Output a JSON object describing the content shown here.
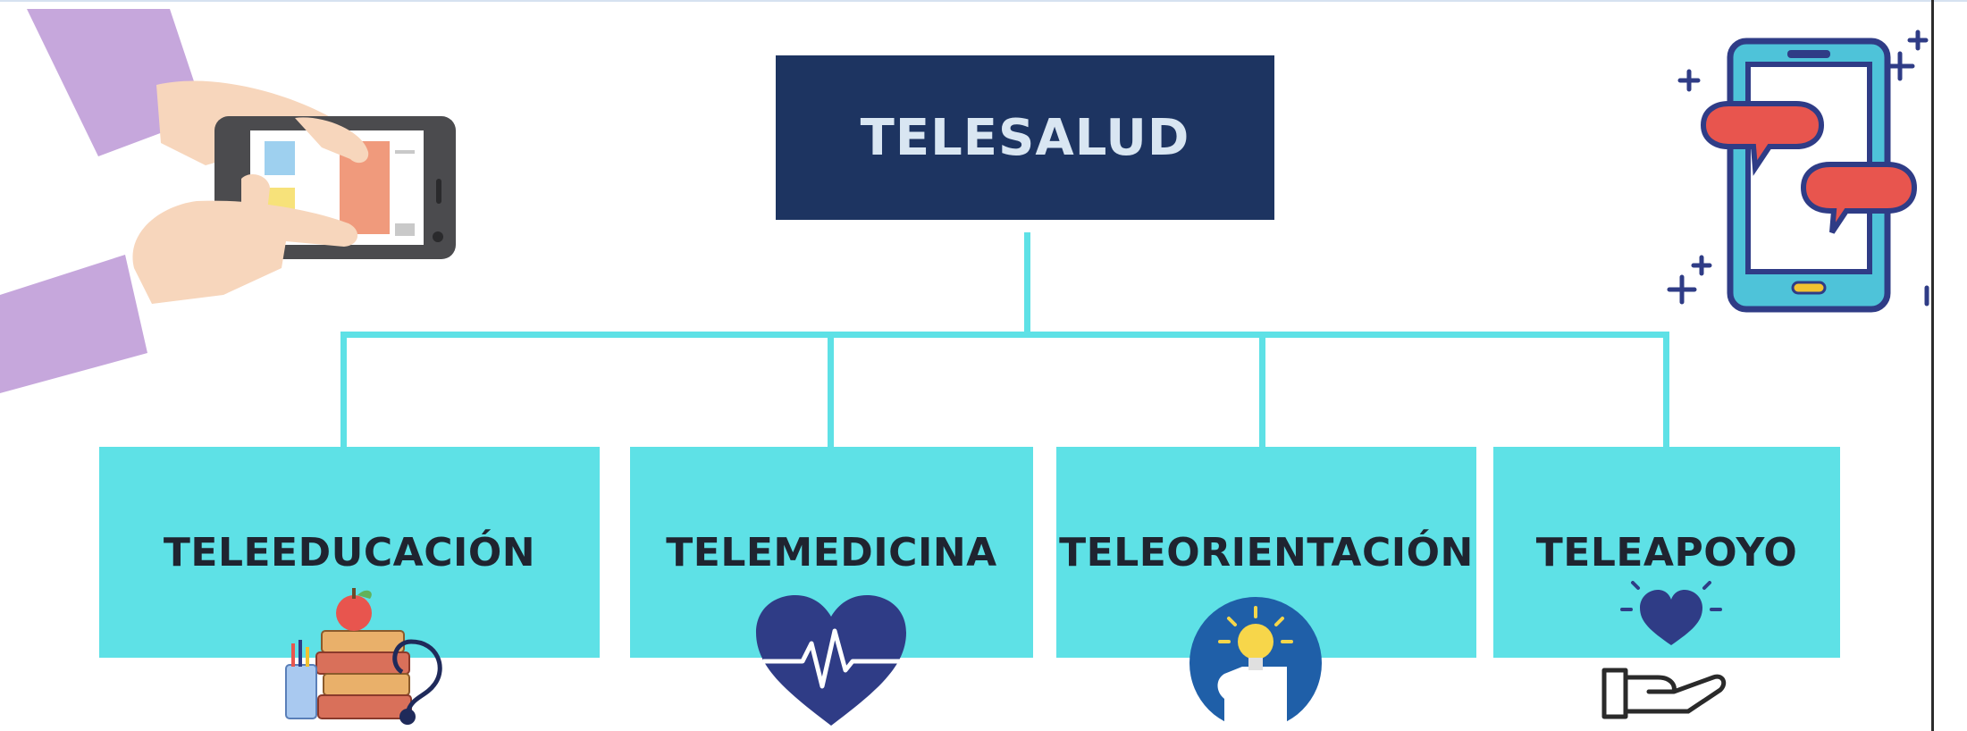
{
  "colors": {
    "root_fill": "#1d3461",
    "root_text": "#d9e6f2",
    "child_fill": "#5ee1e6",
    "child_text": "#1f2430",
    "connector": "#5ee1e6",
    "icon_navy": "#2f3c86",
    "icon_red": "#e8554e",
    "icon_teal": "#5ee1e6"
  },
  "root": {
    "label": "TELESALUD"
  },
  "children": [
    {
      "label": "TELEEDUCACIÓN",
      "icon": "books-apple-stethoscope-icon"
    },
    {
      "label": "TELEMEDICINA",
      "icon": "heartbeat-icon"
    },
    {
      "label": "TELEORIENTACIÓN",
      "icon": "head-lightbulb-icon"
    },
    {
      "label": "TELEAPOYO",
      "icon": "hand-heart-icon"
    }
  ],
  "illustrations": {
    "left": "hands-tablet-icon",
    "right": "phone-chat-icon"
  }
}
